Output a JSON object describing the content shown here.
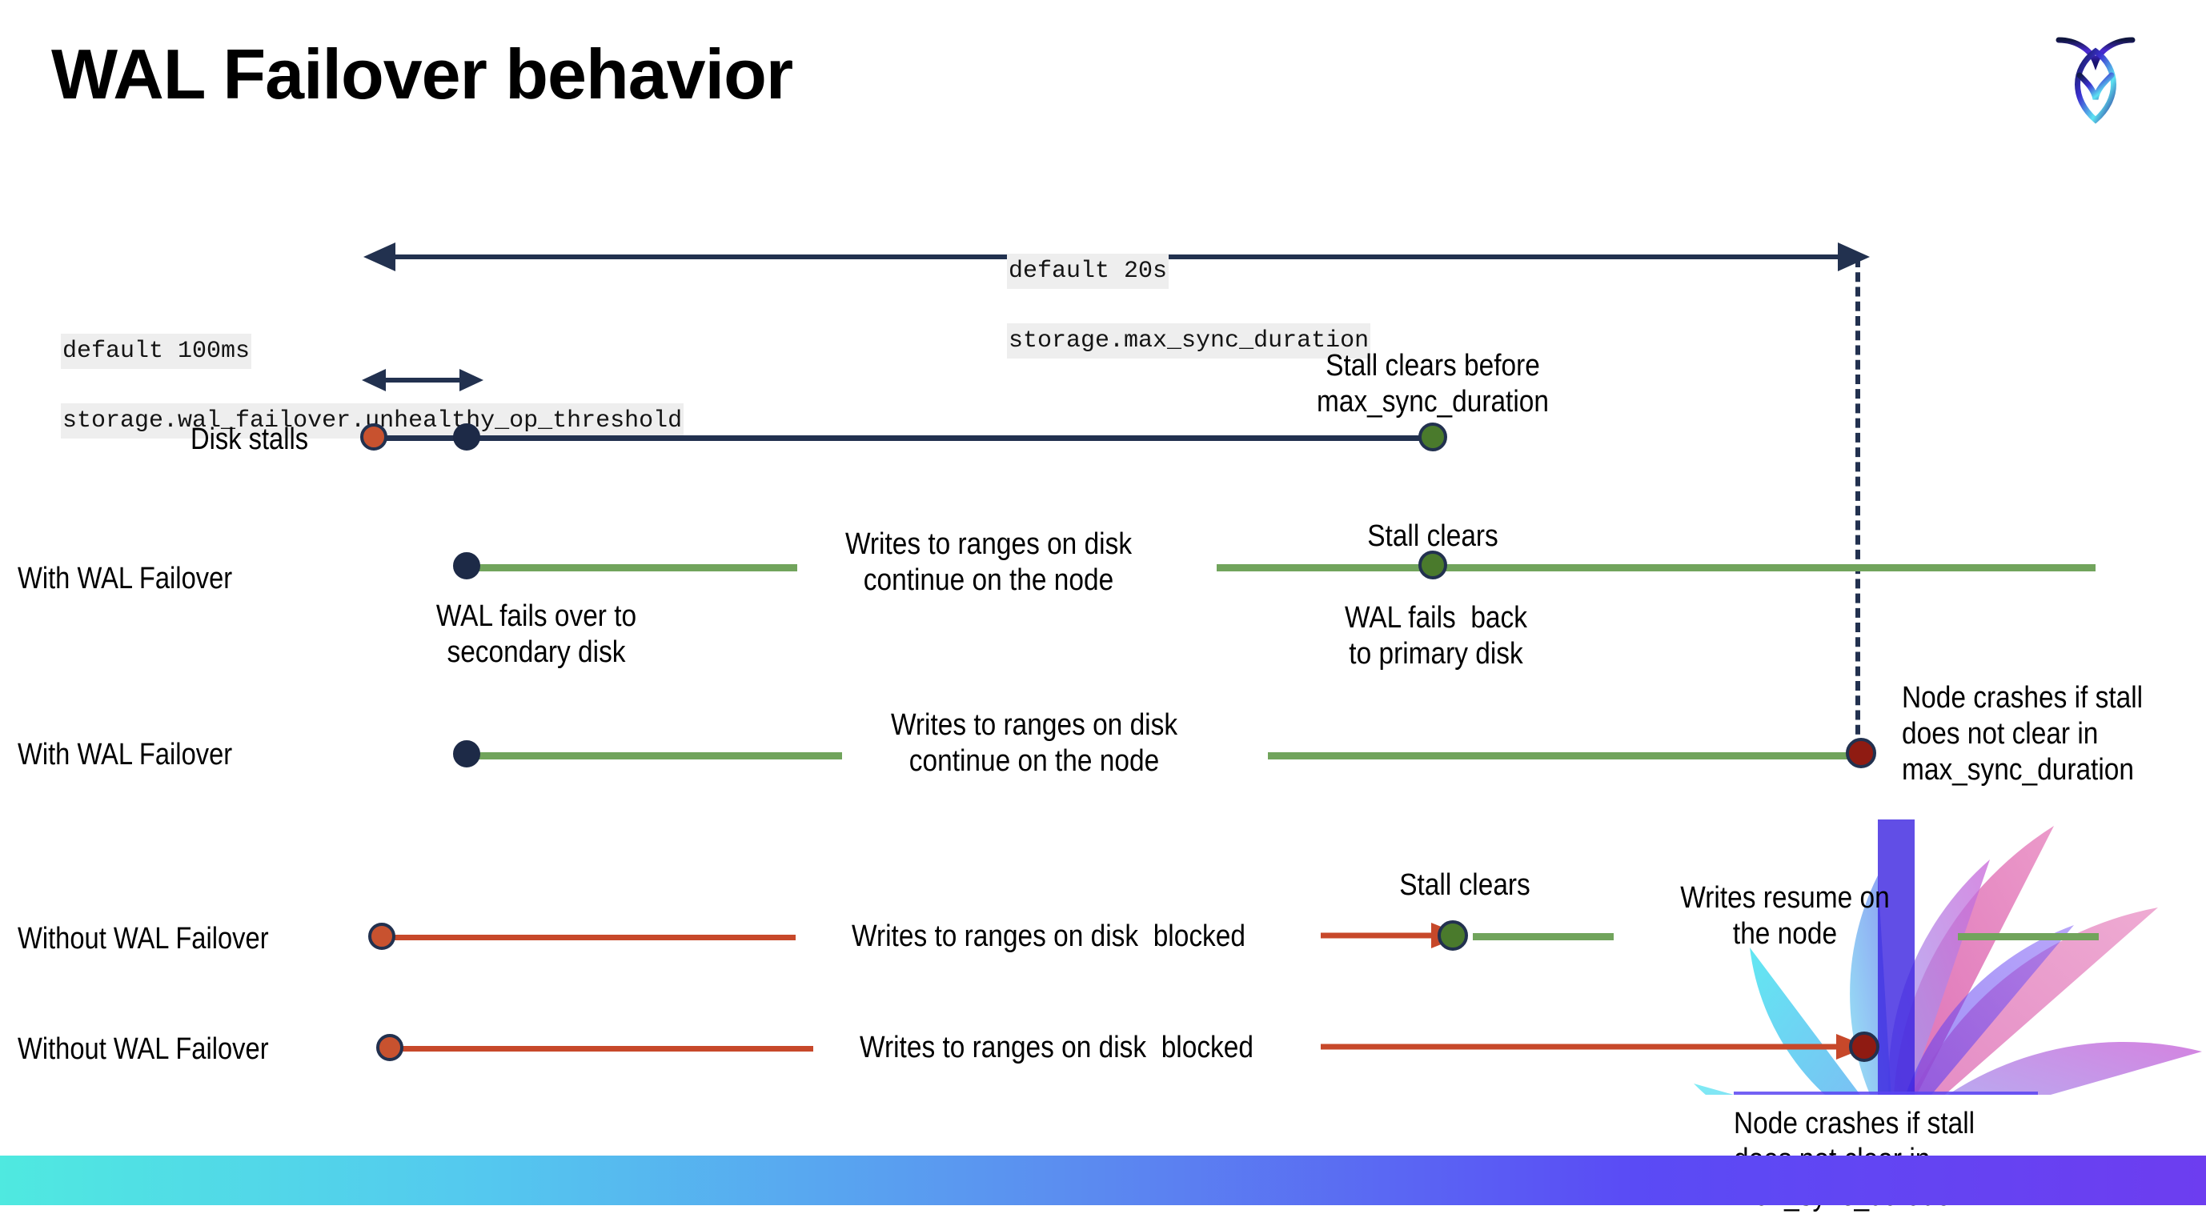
{
  "slide": {
    "title": "WAL Failover behavior",
    "logo_name": "cockroachdb-logo"
  },
  "settings": {
    "max_sync": {
      "default_label": "default 20s",
      "setting_name": "storage.max_sync_duration"
    },
    "unhealthy": {
      "default_label": "default 100ms",
      "setting_name": "storage.wal_failover.unhealthy_op_threshold"
    }
  },
  "lanes": [
    {
      "label": "Disk stalls"
    },
    {
      "label": "With WAL Failover"
    },
    {
      "label": "With WAL Failover"
    },
    {
      "label": "Without WAL Failover"
    },
    {
      "label": "Without WAL Failover"
    }
  ],
  "notes": {
    "stall_clears_before": "Stall clears before\nmax_sync_duration",
    "stall_clears_a": "Stall clears",
    "stall_clears_b": "Stall clears",
    "wal_fails_over": "WAL fails over to\nsecondary disk",
    "wal_fails_back": "WAL fails  back\nto primary disk",
    "writes_continue_a": "Writes to ranges on disk\ncontinue on the node",
    "writes_continue_b": "Writes to ranges on disk\ncontinue on the node",
    "writes_blocked_a": "Writes to ranges on disk  blocked",
    "writes_blocked_b": "Writes to ranges on disk  blocked",
    "writes_resume": "Writes resume on\nthe node",
    "node_crashes_a": "Node crashes if stall\ndoes not clear in\nmax_sync_duration",
    "node_crashes_b": "Node crashes if stall\ndoes not clear in\nmax_sync_duration"
  },
  "colors": {
    "navy": "#22314f",
    "green_line": "#71a45c",
    "green_dot": "#4a7a2c",
    "orange": "#c8522f",
    "red_line": "#c7482a",
    "dark_red": "#8f1b12",
    "code_bg": "#eeeeee",
    "bar_gradient_start": "#4fe9e0",
    "bar_gradient_end": "#6d3df0"
  }
}
